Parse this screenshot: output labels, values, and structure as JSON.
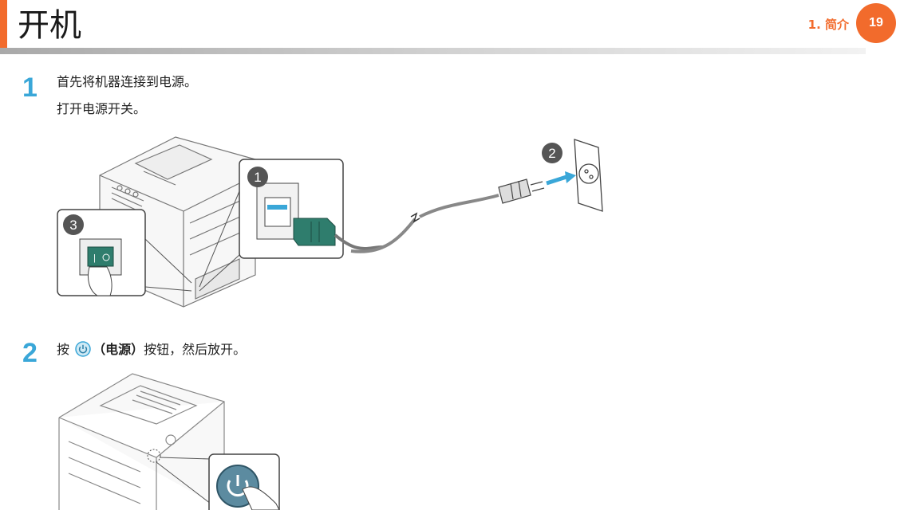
{
  "header": {
    "title": "开机",
    "chapter": "1. 简介",
    "page_number": "19",
    "accent_color": "#f26b2c"
  },
  "steps": [
    {
      "number": "1",
      "lines": [
        "首先将机器连接到电源。",
        "打开电源开关。"
      ],
      "callouts": [
        "1",
        "2",
        "3"
      ]
    },
    {
      "number": "2",
      "prefix": "按",
      "icon": "power-icon",
      "button_name": "（电源）",
      "suffix": "按钮，然后放开。"
    }
  ],
  "step_color": "#3aa7d8"
}
